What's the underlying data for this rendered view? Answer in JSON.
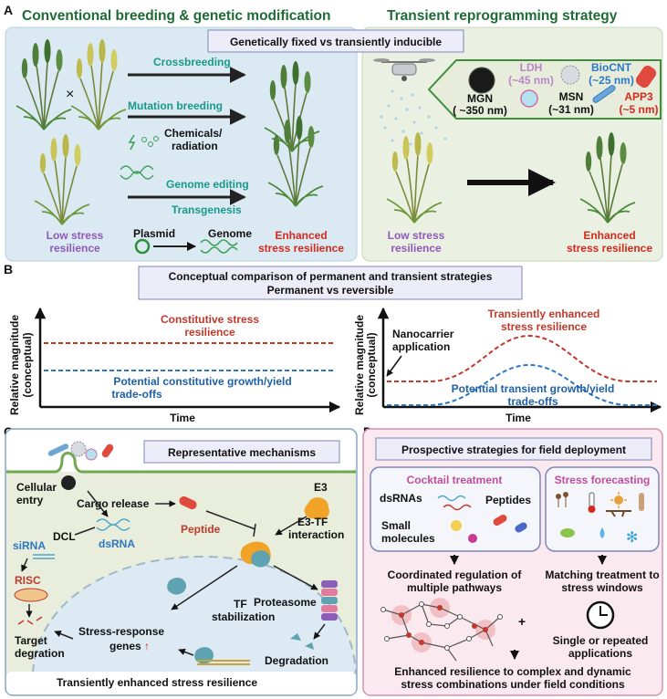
{
  "panelA": {
    "letter": "A",
    "left_heading": "Conventional breeding & genetic modification",
    "right_heading": "Transient reprogramming strategy",
    "banner": "Genetically fixed vs transiently inducible",
    "times_sign": "×",
    "crossbreeding": "Crossbreeding",
    "mutation_breeding": "Mutation breeding",
    "chemicals_line1": "Chemicals/",
    "chemicals_line2": "radiation",
    "genome_editing": "Genome editing",
    "transgenesis": "Transgenesis",
    "plasmid": "Plasmid",
    "genome": "Genome",
    "low_stress_line1": "Low stress",
    "low_stress_line2": "resilience",
    "enhanced_line1": "Enhanced",
    "enhanced_line2": "stress resilience",
    "nano": {
      "mgn_name": "MGN",
      "mgn_size": "( ~350 nm)",
      "ldh_name": "LDH",
      "ldh_size": "(~45 nm)",
      "msn_name": "MSN",
      "msn_size": "(~31 nm)",
      "biocnt_name": "BioCNT",
      "biocnt_size": "(~25 nm)",
      "app3_name": "APP3",
      "app3_size": "(~5 nm)"
    }
  },
  "panelB": {
    "letter": "B",
    "banner_line1": "Conceptual comparison of permanent and transient strategies",
    "banner_line2": "Permanent vs reversible",
    "y_label_line1": "Relative magnitude",
    "y_label_line2": "(conceptual)",
    "x_label": "Time",
    "left_red_line1": "Constitutive stress",
    "left_red_line2": "resilience",
    "left_blue_line1": "Potential constitutive growth/yield",
    "left_blue_line2": "trade-offs",
    "nanocarrier_line1": "Nanocarrier",
    "nanocarrier_line2": "application",
    "right_red_line1": "Transiently enhanced",
    "right_red_line2": "stress resilience",
    "right_blue_line1": "Potential transient growth/yield",
    "right_blue_line2": "trade-offs"
  },
  "panelC": {
    "letter": "C",
    "banner": "Representative mechanisms",
    "cellular_line1": "Cellular",
    "cellular_line2": "entry",
    "cargo_release": "Cargo release",
    "e3": "E3",
    "peptide": "Peptide",
    "dcl": "DCL",
    "sirna": "siRNA",
    "dsrna": "dsRNA",
    "e3tf_line1": "E3-TF",
    "e3tf_line2": "interaction",
    "risc": "RISC",
    "tf_line1": "TF",
    "tf_line2": "stabilization",
    "proteasome": "Proteasome",
    "target_line1": "Target",
    "target_line2": "degration",
    "stress_genes_line1": "Stress-response",
    "stress_genes_line2": "genes",
    "up_arrow": "↑",
    "degradation": "Degradation",
    "bottom": "Transiently enhanced stress resilience"
  },
  "panelD": {
    "letter": "D",
    "banner": "Prospective strategies for field deployment",
    "cocktail_title": "Cocktail treatment",
    "dsrnas": "dsRNAs",
    "peptides": "Peptides",
    "small_line1": "Small",
    "small_line2": "molecules",
    "forecast_title": "Stress forecasting",
    "coord_line1": "Coordinated regulation of",
    "coord_line2": "multiple pathways",
    "matching_line1": "Matching treatment to",
    "matching_line2": "stress windows",
    "plus": "+",
    "single_line1": "Single or repeated",
    "single_line2": "applications",
    "enhanced_line1": "Enhanced resilience to complex and dynamic",
    "enhanced_line2": "stress combinations under field conditions"
  },
  "colors": {
    "heading_green": "#1e6b35",
    "teal": "#18998b",
    "purple": "#8e59b8",
    "red": "#d42a1e",
    "curve_red": "#c0392b",
    "curve_blue": "#2e76c2",
    "panelA_left_bg": "#dbe9f3",
    "panelA_right_bg": "#eaf0e2",
    "panelC_bg": "#e8eddc",
    "panelD_bg": "#fae9ef",
    "banner_bg": "#ecedf8"
  }
}
